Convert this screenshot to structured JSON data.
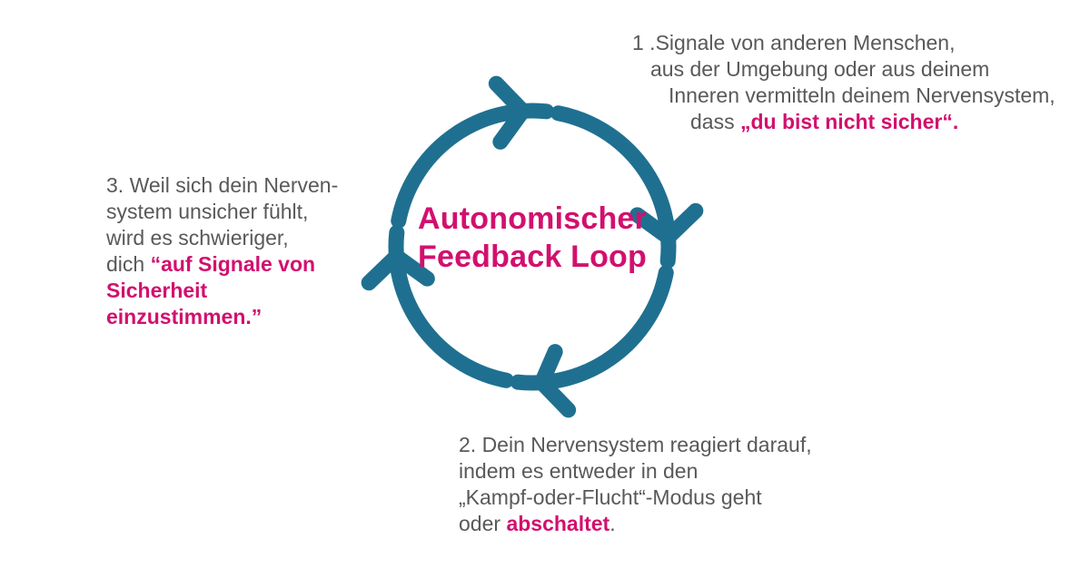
{
  "colors": {
    "loop_teal": "#1f7090",
    "accent_magenta": "#d2106e",
    "text_gray": "#58595b"
  },
  "center": {
    "title_line1": "Autonomischer",
    "title_line2": "Feedback Loop"
  },
  "steps": {
    "step1": {
      "line1": "1 .Signale von anderen Menschen,",
      "line2": "aus der Umgebung oder aus deinem",
      "line3": "Inneren vermitteln deinem Nervensystem,",
      "line4_prefix": "dass ",
      "line4_highlight": "„du bist nicht sicher“."
    },
    "step2": {
      "line1": "2. Dein Nervensystem reagiert darauf,",
      "line2": "indem es entweder in den",
      "line3": "„Kampf-oder-Flucht“-Modus geht",
      "line4_prefix": "oder ",
      "line4_highlight": "abschaltet",
      "line4_suffix": "."
    },
    "step3": {
      "line1": "3. Weil sich dein Nerven-",
      "line2": "system unsicher fühlt,",
      "line3": "wird es schwieriger,",
      "line4_prefix": "dich ",
      "line4_highlight": "“auf Signale von",
      "line5_highlight": "Sicherheit",
      "line6_highlight": "einzustimmen.”"
    }
  }
}
